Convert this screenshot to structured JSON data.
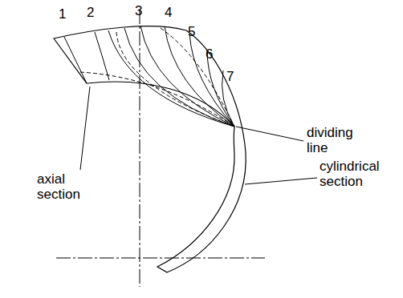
{
  "diagram": {
    "labels": [
      "1",
      "2",
      "3",
      "4",
      "5",
      "6",
      "7",
      "axial section",
      "dividing line",
      "cylindrical section"
    ]
  }
}
